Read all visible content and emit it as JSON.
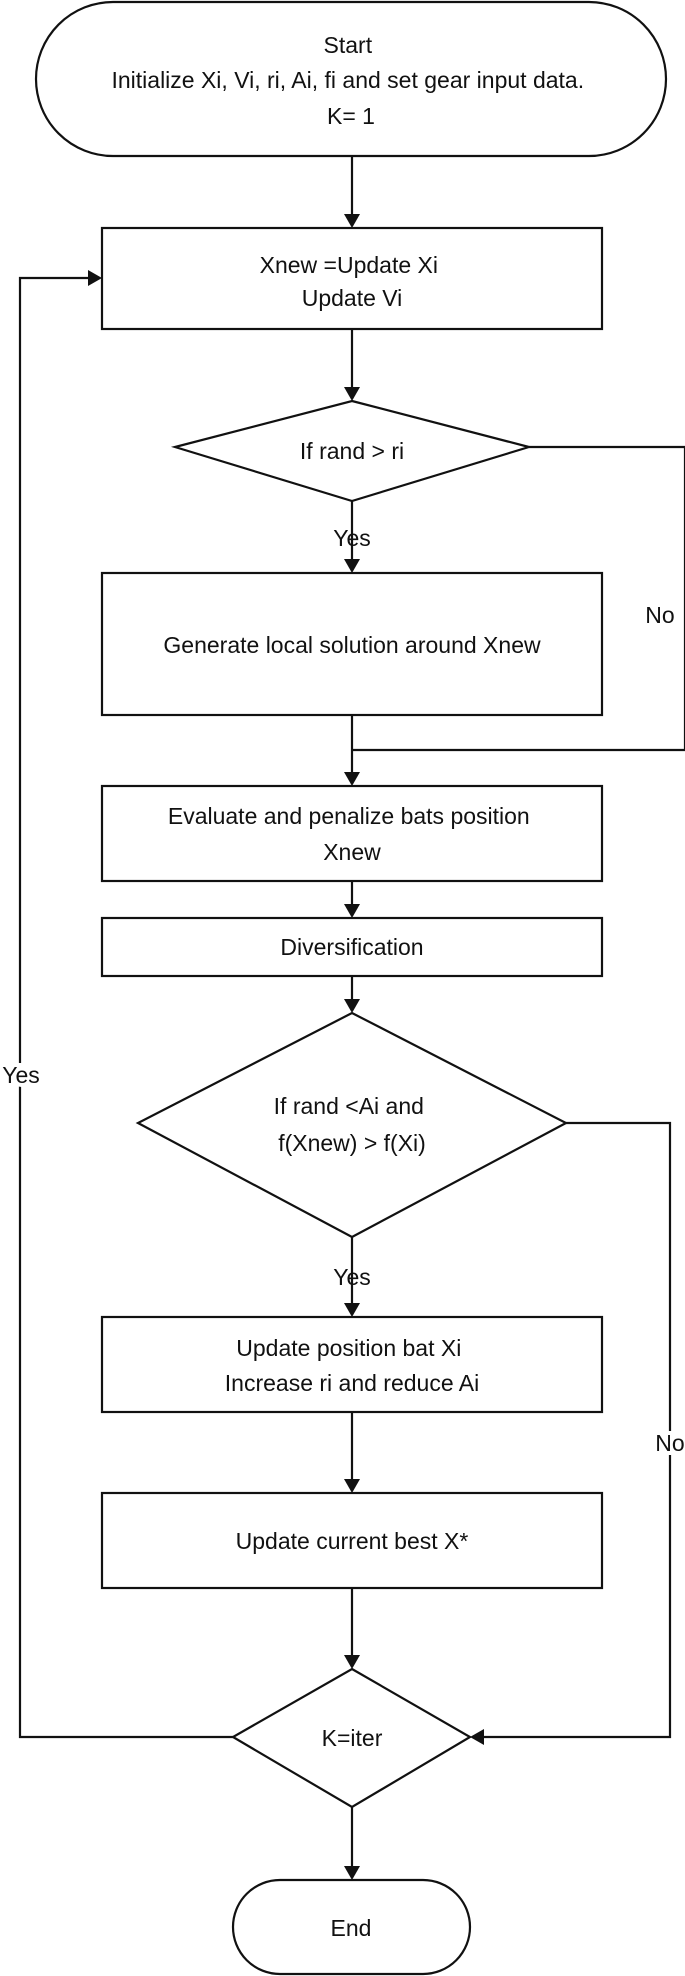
{
  "nodes": {
    "start": {
      "lines": [
        "Start",
        "Initialize Xi,  Vi,  ri, Ai, fi and set gear input data.",
        "K= 1"
      ]
    },
    "update_xv": {
      "lines": [
        "Xnew  =Update Xi",
        "Update Vi"
      ]
    },
    "decision_ri": {
      "lines": [
        "If rand > ri"
      ]
    },
    "local_solution": {
      "lines": [
        "Generate local solution around Xnew"
      ]
    },
    "evaluate": {
      "lines": [
        "Evaluate and penalize bats position",
        "Xnew"
      ]
    },
    "diversification": {
      "lines": [
        "Diversification"
      ]
    },
    "decision_ai": {
      "lines": [
        "If rand <Ai and",
        "f(Xnew) > f(Xi)"
      ]
    },
    "update_position": {
      "lines": [
        "Update position bat Xi",
        "Increase ri and reduce Ai"
      ]
    },
    "update_best": {
      "lines": [
        "Update current best X*"
      ]
    },
    "decision_iter": {
      "lines": [
        "K=iter"
      ]
    },
    "end": {
      "lines": [
        "End"
      ]
    }
  },
  "edge_labels": {
    "ri_yes": "Yes",
    "ri_no": "No",
    "ai_yes": "Yes",
    "ai_no": "No",
    "iter_yes": "Yes"
  }
}
